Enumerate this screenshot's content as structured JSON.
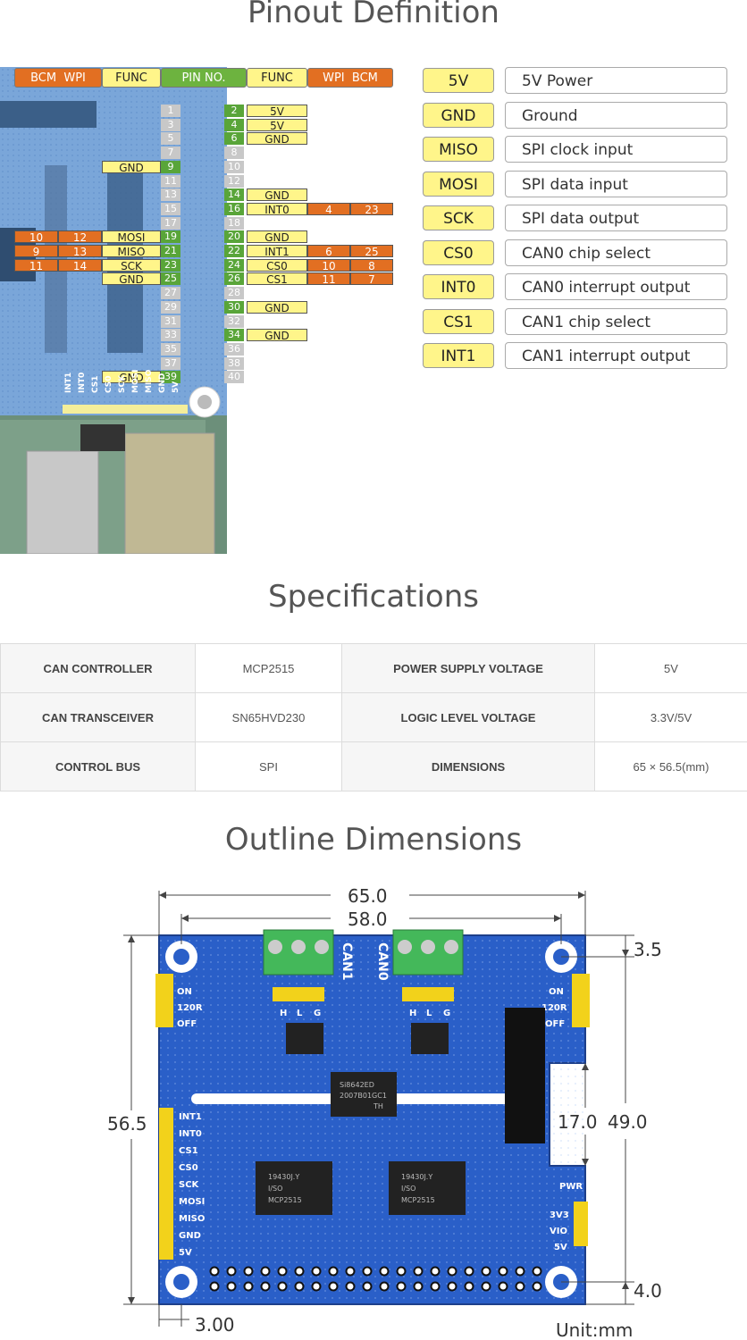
{
  "titles": {
    "pinout": "Pinout Definition",
    "specs": "Specifications",
    "outline": "Outline Dimensions"
  },
  "pinout_header": [
    "BCM",
    "WPI",
    "FUNC",
    "PIN NO.",
    "FUNC",
    "WPI",
    "BCM"
  ],
  "pins": {
    "odd": [
      "1",
      "3",
      "5",
      "7",
      "9",
      "11",
      "13",
      "15",
      "17",
      "19",
      "21",
      "23",
      "25",
      "27",
      "29",
      "31",
      "33",
      "35",
      "37",
      "39"
    ],
    "even": [
      "2",
      "4",
      "6",
      "8",
      "10",
      "12",
      "14",
      "16",
      "18",
      "20",
      "22",
      "24",
      "26",
      "28",
      "30",
      "32",
      "34",
      "36",
      "38",
      "40"
    ]
  },
  "left_labels": [
    {
      "func": "GND",
      "pin": "9"
    },
    {
      "func": "MOSI",
      "wpi": "12",
      "bcm": "10",
      "pin": "19"
    },
    {
      "func": "MISO",
      "wpi": "13",
      "bcm": "9",
      "pin": "21"
    },
    {
      "func": "SCK",
      "wpi": "14",
      "bcm": "11",
      "pin": "23"
    },
    {
      "func": "GND",
      "pin": "25"
    },
    {
      "func": "GND",
      "pin": "39"
    }
  ],
  "right_labels": [
    {
      "func": "5V",
      "pin": "2"
    },
    {
      "func": "5V",
      "pin": "4"
    },
    {
      "func": "GND",
      "pin": "6"
    },
    {
      "func": "GND",
      "pin": "14"
    },
    {
      "func": "INT0",
      "wpi": "4",
      "bcm": "23",
      "pin": "16"
    },
    {
      "func": "GND",
      "pin": "20"
    },
    {
      "func": "INT1",
      "wpi": "6",
      "bcm": "25",
      "pin": "22"
    },
    {
      "func": "CS0",
      "wpi": "10",
      "bcm": "8",
      "pin": "24"
    },
    {
      "func": "CS1",
      "wpi": "11",
      "bcm": "7",
      "pin": "26"
    },
    {
      "func": "GND",
      "pin": "30"
    },
    {
      "func": "GND",
      "pin": "34"
    }
  ],
  "board_header_labels": [
    "INT1",
    "INT0",
    "CS1",
    "CS0",
    "SCK",
    "MOSI",
    "MISO",
    "GND",
    "5V"
  ],
  "legend": [
    {
      "key": "5V",
      "value": "5V Power"
    },
    {
      "key": "GND",
      "value": "Ground"
    },
    {
      "key": "MISO",
      "value": "SPI clock input"
    },
    {
      "key": "MOSI",
      "value": "SPI data input"
    },
    {
      "key": "SCK",
      "value": "SPI data output"
    },
    {
      "key": "CS0",
      "value": "CAN0 chip select"
    },
    {
      "key": "INT0",
      "value": "CAN0 interrupt output"
    },
    {
      "key": "CS1",
      "value": "CAN1 chip select"
    },
    {
      "key": "INT1",
      "value": "CAN1 interrupt output"
    }
  ],
  "specs": [
    [
      "CAN CONTROLLER",
      "MCP2515",
      "POWER SUPPLY VOLTAGE",
      "5V"
    ],
    [
      "CAN TRANSCEIVER",
      "SN65HVD230",
      "LOGIC LEVEL VOLTAGE",
      "3.3V/5V"
    ],
    [
      "CONTROL BUS",
      "SPI",
      "DIMENSIONS",
      "65 × 56.5(mm)"
    ]
  ],
  "dimensions": {
    "width_total": "65.0",
    "hole_spacing_x": "58.0",
    "height_total": "56.5",
    "hole_spacing_y": "49.0",
    "top_offset": "3.5",
    "bottom_offset": "4.0",
    "left_offset": "3.00",
    "notch": "17.0",
    "unit": "Unit:mm"
  },
  "board_silkscreen": {
    "can1": "CAN1",
    "can0": "CAN0",
    "terminal": [
      "H",
      "L",
      "G"
    ],
    "jumper_left": [
      "ON",
      "120R",
      "OFF"
    ],
    "jumper_right": [
      "ON",
      "120R",
      "OFF"
    ],
    "side_header": [
      "INT1",
      "INT0",
      "CS1",
      "CS0",
      "SCK",
      "MOSI",
      "MISO",
      "GND",
      "5V"
    ],
    "pwr": "PWR",
    "vio": [
      "3V3",
      "VIO",
      "5V"
    ],
    "ic_isolator": [
      "Si8642ED",
      "2007B01GC1",
      "TH"
    ],
    "ic_controller": [
      "MCP2515",
      "I/SO",
      "19430J.Y"
    ]
  },
  "colors": {
    "board_blue": "#2a5fc8",
    "orange": "#e26f22",
    "yellow": "#fff58a",
    "green": "#6db33f"
  }
}
